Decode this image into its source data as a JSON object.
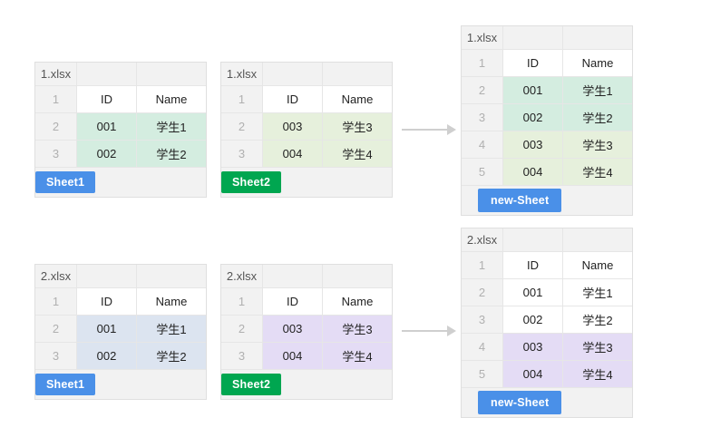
{
  "diagram": {
    "title_note": "",
    "colors": {
      "tab_blue": "#4a90e8",
      "tab_green": "#00a650",
      "tint_mint": "#d4ede0",
      "tint_yellowgreen": "#e6f0dc",
      "tint_lightblue": "#dce4f0",
      "tint_lavender": "#e4dcf5",
      "header_gray": "#f2f2f2",
      "arrow_gray": "#cfcfcf"
    },
    "columns": {
      "index_header": "",
      "col_a": "ID",
      "col_b": "Name"
    },
    "groups": [
      {
        "name": "group-1-xlsx",
        "sources": [
          {
            "name": "source-1xlsx-sheet1",
            "filename": "1.xlsx",
            "tab_label": "Sheet1",
            "tab_color": "blue",
            "header": {
              "index": "1",
              "a": "ID",
              "b": "Name"
            },
            "rows": [
              {
                "index": "2",
                "a": "001",
                "b": "学生1",
                "tint": "mint"
              },
              {
                "index": "3",
                "a": "002",
                "b": "学生2",
                "tint": "mint"
              }
            ]
          },
          {
            "name": "source-1xlsx-sheet2",
            "filename": "1.xlsx",
            "tab_label": "Sheet2",
            "tab_color": "green",
            "header": {
              "index": "1",
              "a": "ID",
              "b": "Name"
            },
            "rows": [
              {
                "index": "2",
                "a": "003",
                "b": "学生3",
                "tint": "yellowgreen"
              },
              {
                "index": "3",
                "a": "004",
                "b": "学生4",
                "tint": "yellowgreen"
              }
            ]
          }
        ],
        "result": {
          "name": "result-1xlsx",
          "filename": "1.xlsx",
          "tab_label": "new-Sheet",
          "tab_color": "blue",
          "header": {
            "index": "1",
            "a": "ID",
            "b": "Name"
          },
          "rows": [
            {
              "index": "2",
              "a": "001",
              "b": "学生1",
              "tint": "mint"
            },
            {
              "index": "3",
              "a": "002",
              "b": "学生2",
              "tint": "mint"
            },
            {
              "index": "4",
              "a": "003",
              "b": "学生3",
              "tint": "yellowgreen"
            },
            {
              "index": "5",
              "a": "004",
              "b": "学生4",
              "tint": "yellowgreen"
            }
          ]
        }
      },
      {
        "name": "group-2-xlsx",
        "sources": [
          {
            "name": "source-2xlsx-sheet1",
            "filename": "2.xlsx",
            "tab_label": "Sheet1",
            "tab_color": "blue",
            "header": {
              "index": "1",
              "a": "ID",
              "b": "Name"
            },
            "rows": [
              {
                "index": "2",
                "a": "001",
                "b": "学生1",
                "tint": "lightblue"
              },
              {
                "index": "3",
                "a": "002",
                "b": "学生2",
                "tint": "lightblue"
              }
            ]
          },
          {
            "name": "source-2xlsx-sheet2",
            "filename": "2.xlsx",
            "tab_label": "Sheet2",
            "tab_color": "green",
            "header": {
              "index": "1",
              "a": "ID",
              "b": "Name"
            },
            "rows": [
              {
                "index": "2",
                "a": "003",
                "b": "学生3",
                "tint": "lavender"
              },
              {
                "index": "3",
                "a": "004",
                "b": "学生4",
                "tint": "lavender"
              }
            ]
          }
        ],
        "result": {
          "name": "result-2xlsx",
          "filename": "2.xlsx",
          "tab_label": "new-Sheet",
          "tab_color": "blue",
          "header": {
            "index": "1",
            "a": "ID",
            "b": "Name"
          },
          "rows": [
            {
              "index": "2",
              "a": "001",
              "b": "学生1",
              "tint": "none"
            },
            {
              "index": "3",
              "a": "002",
              "b": "学生2",
              "tint": "none"
            },
            {
              "index": "4",
              "a": "003",
              "b": "学生3",
              "tint": "lavender"
            },
            {
              "index": "5",
              "a": "004",
              "b": "学生4",
              "tint": "lavender"
            }
          ]
        }
      }
    ]
  }
}
